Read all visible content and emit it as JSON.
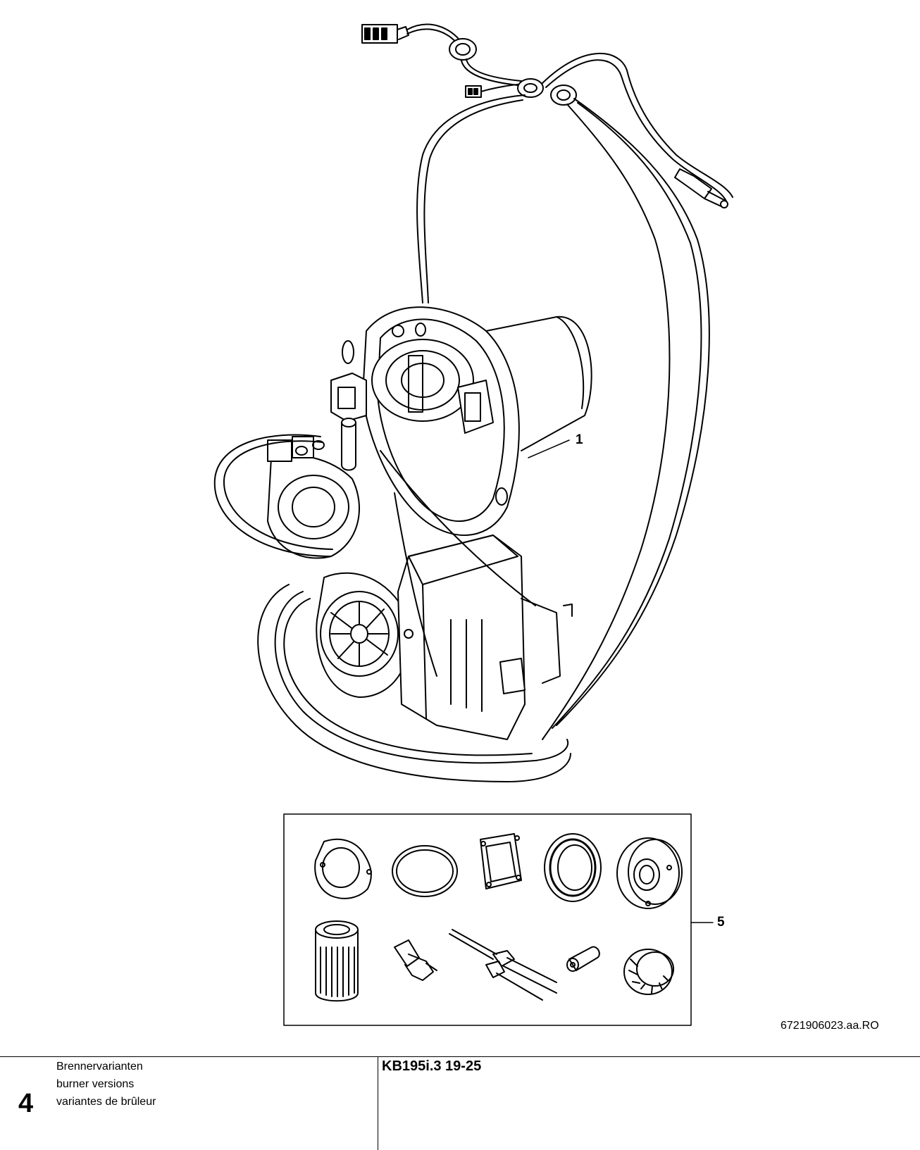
{
  "callouts": {
    "burner": "1",
    "spare_kit": "5"
  },
  "drawing_id": "6721906023.aa.RO",
  "footer": {
    "section_number": "4",
    "versions": [
      "Brennervarianten",
      "burner versions",
      "variantes de brûleur"
    ],
    "model": "KB195i.3 19-25"
  }
}
